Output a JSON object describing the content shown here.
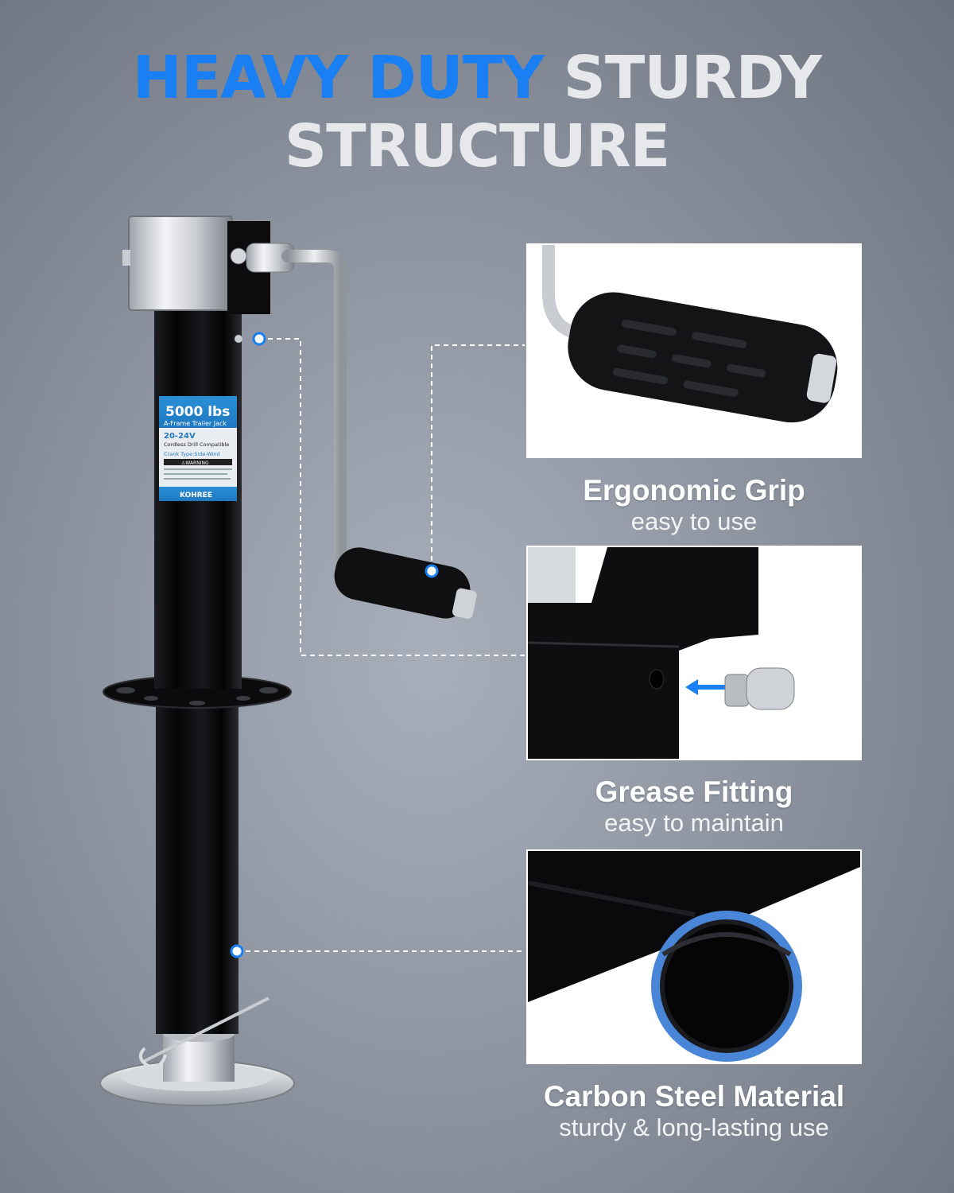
{
  "headline": {
    "accent": "HEAVY DUTY",
    "rest": "STURDY",
    "line2": "STRUCTURE"
  },
  "product_label": {
    "capacity": "5000 lbs",
    "type": "A-Frame Trailer Jack",
    "voltage": "20-24V",
    "drill": "Cordless Drill Compatible",
    "crank": "Crank Type:Side-Wind",
    "warning": "⚠WARNING",
    "brand": "KOHREE"
  },
  "features": [
    {
      "title": "Ergonomic Grip",
      "subtitle": "easy to use"
    },
    {
      "title": "Grease Fitting",
      "subtitle": "easy to maintain"
    },
    {
      "title": "Carbon Steel Material",
      "subtitle": "sturdy & long-lasting use"
    }
  ],
  "colors": {
    "accent_blue": "#1a7ff2",
    "headline_gray": "#e6e8ec",
    "jack_black": "#0d0d0f",
    "label_blue": "#2a8fd6"
  }
}
